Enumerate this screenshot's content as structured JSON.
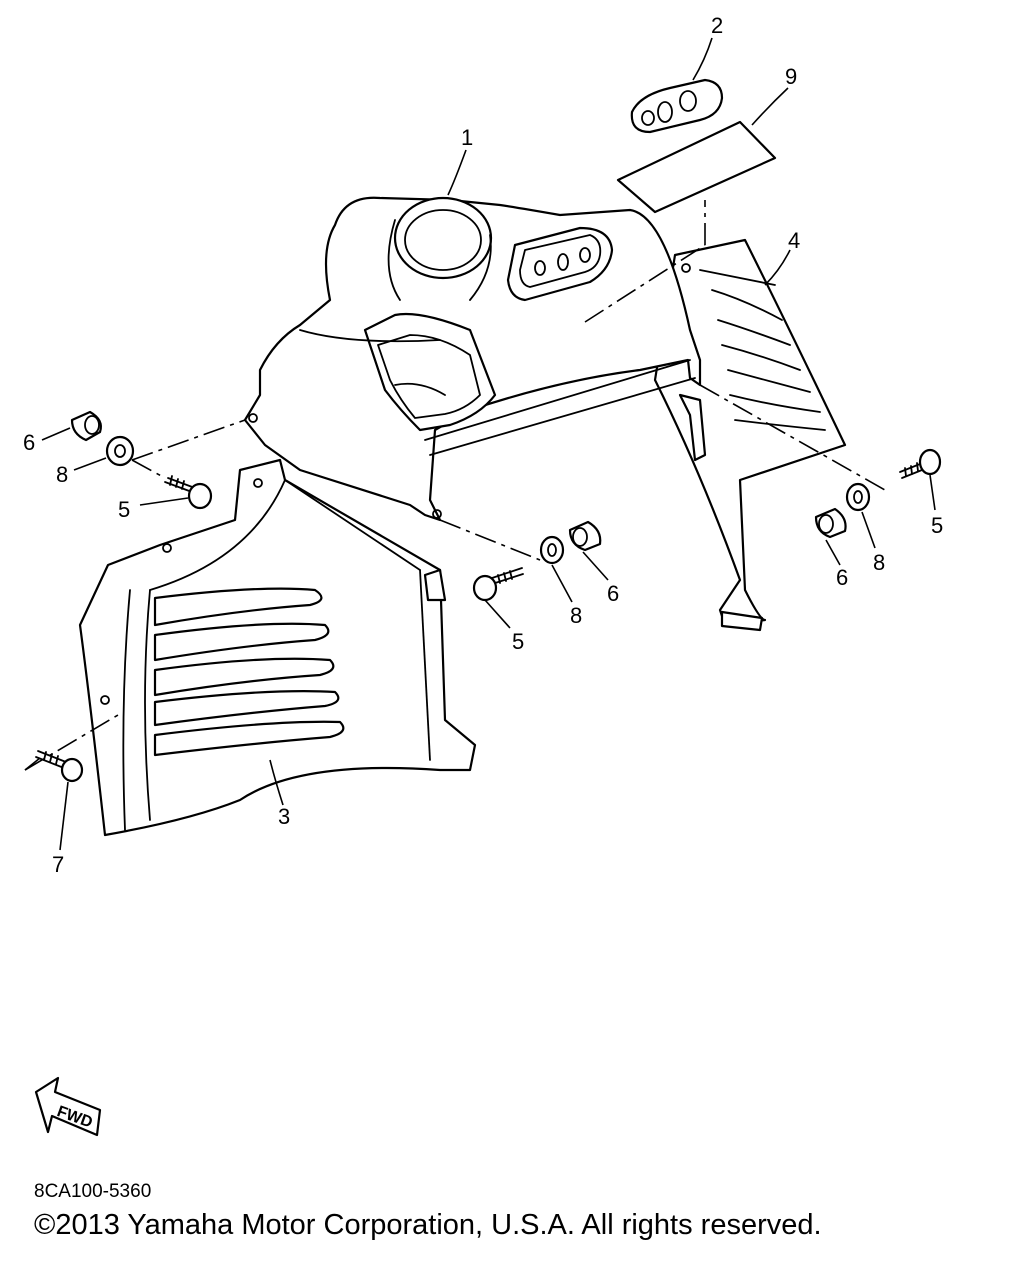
{
  "diagram": {
    "callouts": {
      "c1": "1",
      "c2": "2",
      "c3": "3",
      "c4": "4",
      "c5a": "5",
      "c5b": "5",
      "c5c": "5",
      "c6a": "6",
      "c6b": "6",
      "c6c": "6",
      "c7": "7",
      "c8a": "8",
      "c8b": "8",
      "c8c": "8",
      "c9": "9"
    },
    "fwd_label": "FWD"
  },
  "footer": {
    "code": "8CA100-5360",
    "copyright": "©2013 Yamaha Motor Corporation, U.S.A. All rights reserved."
  }
}
